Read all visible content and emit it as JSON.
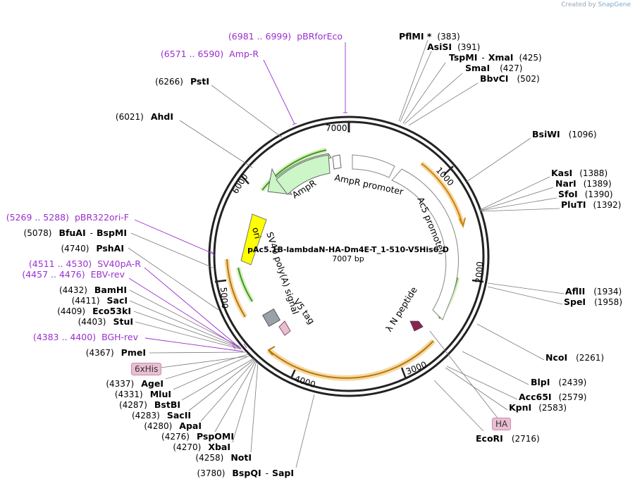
{
  "credit": {
    "prefix": "Created by",
    "brand": "SnapGene"
  },
  "plasmid": {
    "name": "pAc5.1B-lambdaN-HA-Dm4E-T_1-510-V5His6_D",
    "length_label": "7007 bp",
    "length": 7007
  },
  "ticks": [
    "1000",
    "2000",
    "3000",
    "4000",
    "5000",
    "6000",
    "7000"
  ],
  "enzymes": [
    {
      "name": "PflMI *",
      "pos": "(383)"
    },
    {
      "name": "AsiSI",
      "pos": "(391)"
    },
    {
      "name": "TspMI",
      "name2": "XmaI",
      "pos": "(425)"
    },
    {
      "name": "SmaI",
      "pos": "(427)"
    },
    {
      "name": "BbvCI",
      "pos": "(502)"
    },
    {
      "name": "BsiWI",
      "pos": "(1096)"
    },
    {
      "name": "KasI",
      "pos": "(1388)"
    },
    {
      "name": "NarI",
      "pos": "(1389)"
    },
    {
      "name": "SfoI",
      "pos": "(1390)"
    },
    {
      "name": "PluTI",
      "pos": "(1392)"
    },
    {
      "name": "AflII",
      "pos": "(1934)"
    },
    {
      "name": "SpeI",
      "pos": "(1958)"
    },
    {
      "name": "NcoI",
      "pos": "(2261)"
    },
    {
      "name": "BlpI",
      "pos": "(2439)"
    },
    {
      "name": "Acc65I",
      "pos": "(2579)"
    },
    {
      "name": "KpnI",
      "pos": "(2583)"
    },
    {
      "name": "EcoRI",
      "pos": "(2716)"
    },
    {
      "name": "BspQI",
      "name2": "SapI",
      "pos": "(3780)"
    },
    {
      "name": "NotI",
      "pos": "(4258)"
    },
    {
      "name": "XbaI",
      "pos": "(4270)"
    },
    {
      "name": "PspOMI",
      "pos": "(4276)"
    },
    {
      "name": "ApaI",
      "pos": "(4280)"
    },
    {
      "name": "SacII",
      "pos": "(4283)"
    },
    {
      "name": "BstBI",
      "pos": "(4287)"
    },
    {
      "name": "MluI",
      "pos": "(4331)"
    },
    {
      "name": "AgeI",
      "pos": "(4337)"
    },
    {
      "name": "PmeI",
      "pos": "(4367)"
    },
    {
      "name": "StuI",
      "pos": "(4403)"
    },
    {
      "name": "Eco53kI",
      "pos": "(4409)"
    },
    {
      "name": "SacI",
      "pos": "(4411)"
    },
    {
      "name": "BamHI",
      "pos": "(4432)"
    },
    {
      "name": "PshAI",
      "pos": "(4740)"
    },
    {
      "name": "BfuAI",
      "name2": "BspMI",
      "pos": "(5078)"
    },
    {
      "name": "AhdI",
      "pos": "(6021)"
    },
    {
      "name": "PstI",
      "pos": "(6266)"
    }
  ],
  "primers": [
    {
      "name": "pBRforEco",
      "range": "(6981 .. 6999)"
    },
    {
      "name": "Amp-R",
      "range": "(6571 .. 6590)"
    },
    {
      "name": "pBR322ori-F",
      "range": "(5269 .. 5288)"
    },
    {
      "name": "SV40pA-R",
      "range": "(4511 .. 4530)"
    },
    {
      "name": "EBV-rev",
      "range": "(4457 .. 4476)"
    },
    {
      "name": "BGH-rev",
      "range": "(4383 .. 4400)"
    }
  ],
  "features": {
    "ampr": "AmpR",
    "ampr_promoter": "AmpR promoter",
    "ac5_promoter": "Ac5 promoter",
    "ori": "ori",
    "sv40": "SV40 poly(A) signal",
    "v5": "V5 tag",
    "lambda_n": "λ N peptide"
  },
  "tags": {
    "his": "6xHis",
    "ha": "HA"
  },
  "colors": {
    "primer": "#9a2fd0",
    "ampr": "#ccf5c8",
    "ori": "#ffff00",
    "orf": "#f5a623",
    "lambdaN": "#8b2252"
  }
}
